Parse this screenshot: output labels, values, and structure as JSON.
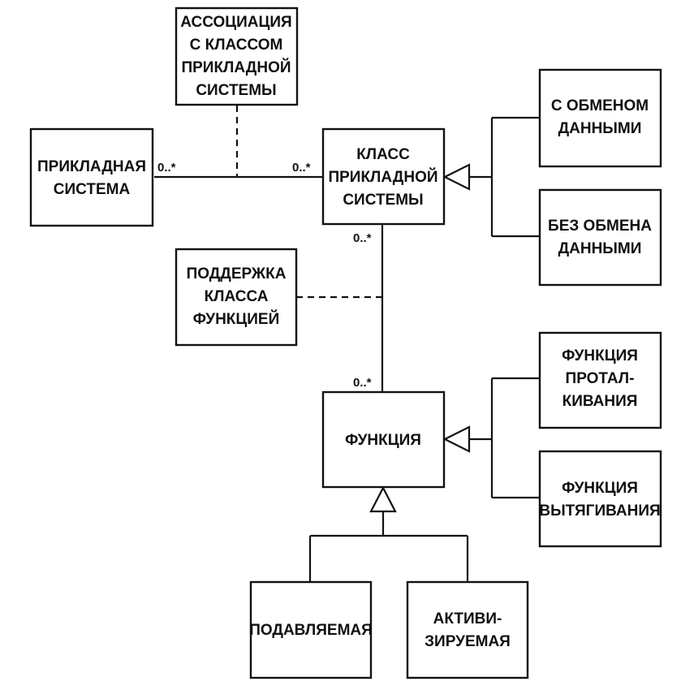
{
  "boxes": {
    "association": [
      "АССОЦИАЦИЯ",
      "С КЛАССОМ",
      "ПРИКЛАДНОЙ",
      "СИСТЕМЫ"
    ],
    "applied_system": [
      "ПРИКЛАДНАЯ",
      "СИСТЕМА"
    ],
    "class": [
      "КЛАСС",
      "ПРИКЛАДНОЙ",
      "СИСТЕМЫ"
    ],
    "with_exchange": [
      "С ОБМЕНОМ",
      "ДАННЫМИ"
    ],
    "without_exchange": [
      "БЕЗ ОБМЕНА",
      "ДАННЫМИ"
    ],
    "support": [
      "ПОДДЕРЖКА",
      "КЛАССА",
      "ФУНКЦИЕЙ"
    ],
    "function": [
      "ФУНКЦИЯ"
    ],
    "push": [
      "ФУНКЦИЯ",
      "ПРОТАЛ-",
      "КИВАНИЯ"
    ],
    "pull": [
      "ФУНКЦИЯ",
      "ВЫТЯГИВАНИЯ"
    ],
    "suppressed": [
      "ПОДАВЛЯЕМАЯ"
    ],
    "activated": [
      "АКТИВИ-",
      "ЗИРУЕМАЯ"
    ]
  },
  "multiplicities": {
    "system_end": "0..*",
    "class_end_left": "0..*",
    "class_end_bottom": "0..*",
    "function_end_top": "0..*"
  }
}
